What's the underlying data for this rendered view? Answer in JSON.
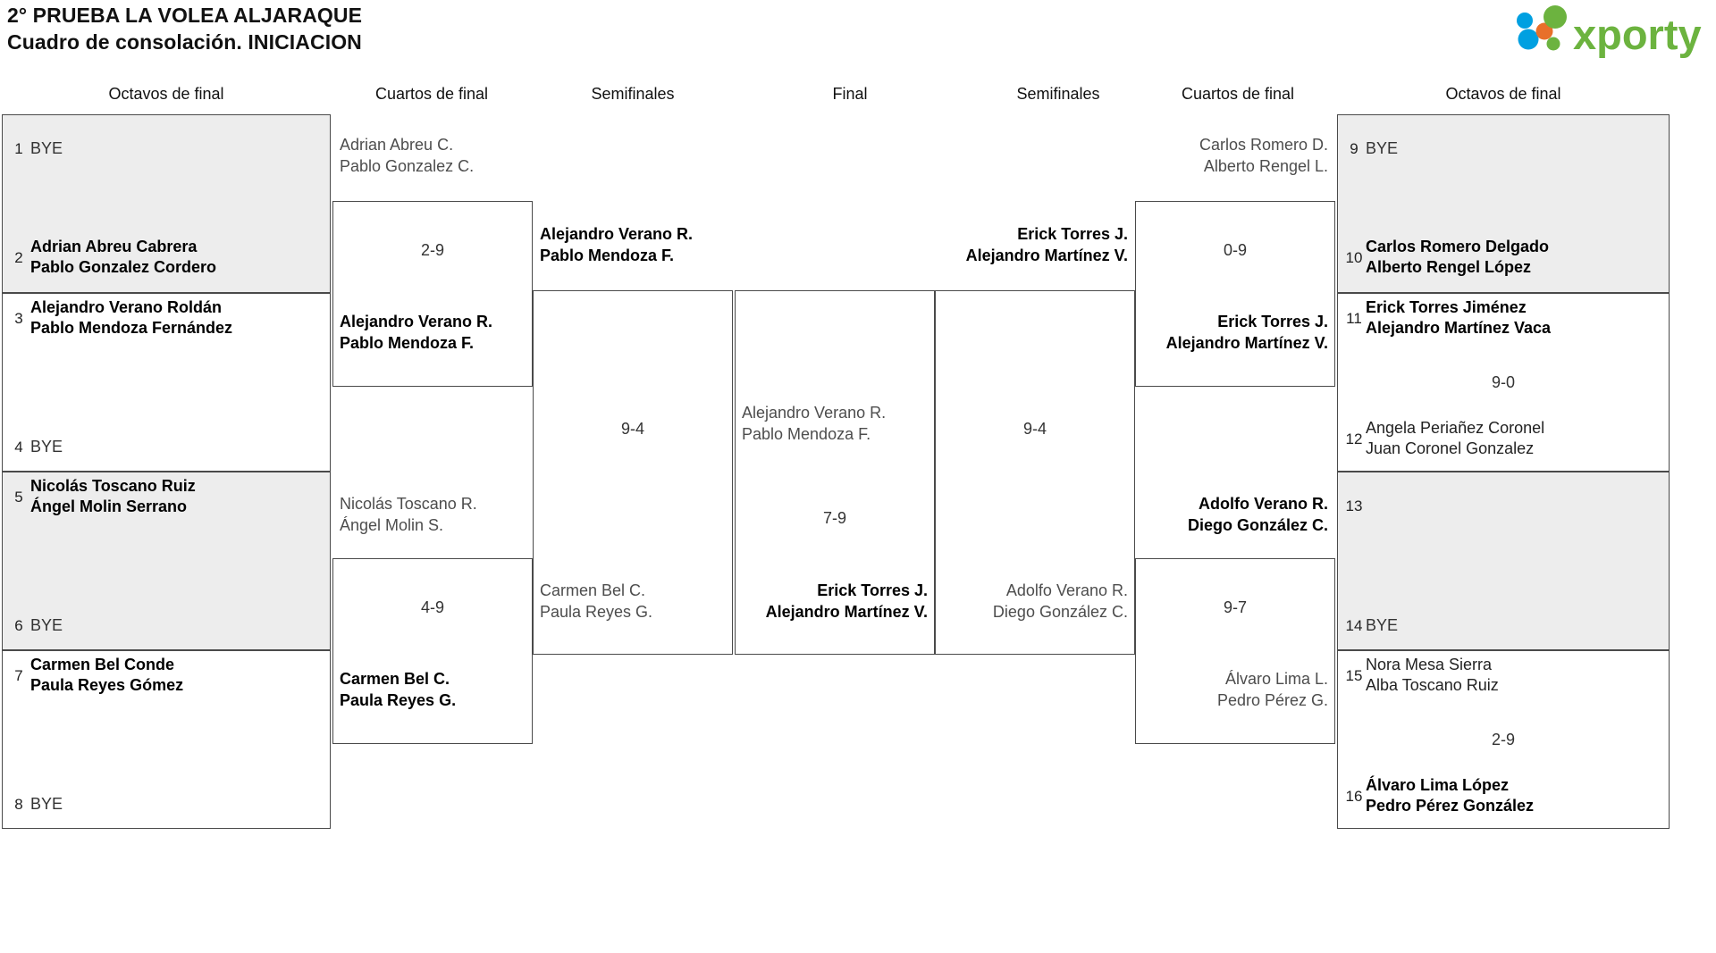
{
  "header": {
    "title_line1": "2° PRUEBA LA VOLEA ALJARAQUE",
    "title_line2": "Cuadro de consolación. INICIACION",
    "logo_text": "xporty",
    "logo_colors": {
      "green": "#6cb33f",
      "blue": "#00a0e1",
      "orange": "#e8702a"
    }
  },
  "round_headers": {
    "left_r16": "Octavos de final",
    "left_qf": "Cuartos de final",
    "left_sf": "Semifinales",
    "final": "Final",
    "right_sf": "Semifinales",
    "right_qf": "Cuartos de final",
    "right_r16": "Octavos de final"
  },
  "bracket_data": {
    "type": "bracket",
    "left_r16": [
      {
        "seed": "1",
        "names": [
          "BYE"
        ],
        "bye": true,
        "winner": false
      },
      {
        "seed": "2",
        "names": [
          "Adrian Abreu Cabrera",
          "Pablo Gonzalez Cordero"
        ],
        "bye": false,
        "winner": true
      },
      {
        "seed": "3",
        "names": [
          "Alejandro Verano Roldán",
          "Pablo Mendoza Fernández"
        ],
        "bye": false,
        "winner": true
      },
      {
        "seed": "4",
        "names": [
          "BYE"
        ],
        "bye": true,
        "winner": false
      },
      {
        "seed": "5",
        "names": [
          "Nicolás Toscano Ruiz",
          "Ángel Molin Serrano"
        ],
        "bye": false,
        "winner": true
      },
      {
        "seed": "6",
        "names": [
          "BYE"
        ],
        "bye": true,
        "winner": false
      },
      {
        "seed": "7",
        "names": [
          "Carmen Bel Conde",
          "Paula Reyes Gómez"
        ],
        "bye": false,
        "winner": true
      },
      {
        "seed": "8",
        "names": [
          "BYE"
        ],
        "bye": true,
        "winner": false
      }
    ],
    "right_r16": [
      {
        "seed": "9",
        "names": [
          "BYE"
        ],
        "bye": true,
        "winner": false
      },
      {
        "seed": "10",
        "names": [
          "Carlos Romero Delgado",
          "Alberto Rengel López"
        ],
        "bye": false,
        "winner": true
      },
      {
        "seed": "11",
        "names": [
          "Erick Torres Jiménez",
          "Alejandro Martínez Vaca"
        ],
        "bye": false,
        "winner": true
      },
      {
        "seed": "12",
        "names": [
          "Angela Periañez Coronel",
          "Juan Coronel Gonzalez"
        ],
        "bye": false,
        "winner": false
      },
      {
        "seed": "13",
        "names": [
          ""
        ],
        "bye": false,
        "winner": false
      },
      {
        "seed": "14",
        "names": [
          "BYE"
        ],
        "bye": true,
        "winner": false
      },
      {
        "seed": "15",
        "names": [
          "Nora Mesa Sierra",
          "Alba Toscano Ruiz"
        ],
        "bye": false,
        "winner": false
      },
      {
        "seed": "16",
        "names": [
          "Álvaro Lima López",
          "Pedro Pérez González"
        ],
        "bye": false,
        "winner": true
      }
    ],
    "right_r16_scores": [
      {
        "match": "11-12",
        "score": "9-0"
      },
      {
        "match": "15-16",
        "score": "2-9"
      }
    ],
    "left_qf": [
      {
        "top": {
          "names": [
            "Adrian Abreu C.",
            "Pablo Gonzalez C."
          ],
          "winner": false
        },
        "bottom": {
          "names": [
            "Alejandro Verano R.",
            "Pablo Mendoza F."
          ],
          "winner": true
        },
        "score": "2-9"
      },
      {
        "top": {
          "names": [
            "Nicolás Toscano R.",
            "Ángel Molin S."
          ],
          "winner": false
        },
        "bottom": {
          "names": [
            "Carmen Bel C.",
            "Paula Reyes G."
          ],
          "winner": true
        },
        "score": "4-9"
      }
    ],
    "right_qf": [
      {
        "top": {
          "names": [
            "Carlos Romero D.",
            "Alberto Rengel L."
          ],
          "winner": false
        },
        "bottom": {
          "names": [
            "Erick Torres J.",
            "Alejandro Martínez V."
          ],
          "winner": true
        },
        "score": "0-9"
      },
      {
        "top": {
          "names": [
            "Adolfo Verano R.",
            "Diego González C."
          ],
          "winner": true
        },
        "bottom": {
          "names": [
            "Álvaro Lima L.",
            "Pedro Pérez G."
          ],
          "winner": false
        },
        "score": "9-7"
      }
    ],
    "left_sf": {
      "top": {
        "names": [
          "Alejandro Verano R.",
          "Pablo Mendoza F."
        ],
        "winner": true
      },
      "bottom": {
        "names": [
          "Carmen Bel C.",
          "Paula Reyes G."
        ],
        "winner": false
      },
      "score": "9-4"
    },
    "right_sf": {
      "top": {
        "names": [
          "Erick Torres J.",
          "Alejandro Martínez V."
        ],
        "winner": true
      },
      "bottom": {
        "names": [
          "Adolfo Verano R.",
          "Diego González C."
        ],
        "winner": false
      },
      "score": "9-4"
    },
    "final": {
      "top": {
        "names": [
          "Alejandro Verano R.",
          "Pablo Mendoza F."
        ],
        "winner": false
      },
      "bottom": {
        "names": [
          "Erick Torres J.",
          "Alejandro Martínez V."
        ],
        "winner": true
      },
      "score": "7-9"
    }
  }
}
